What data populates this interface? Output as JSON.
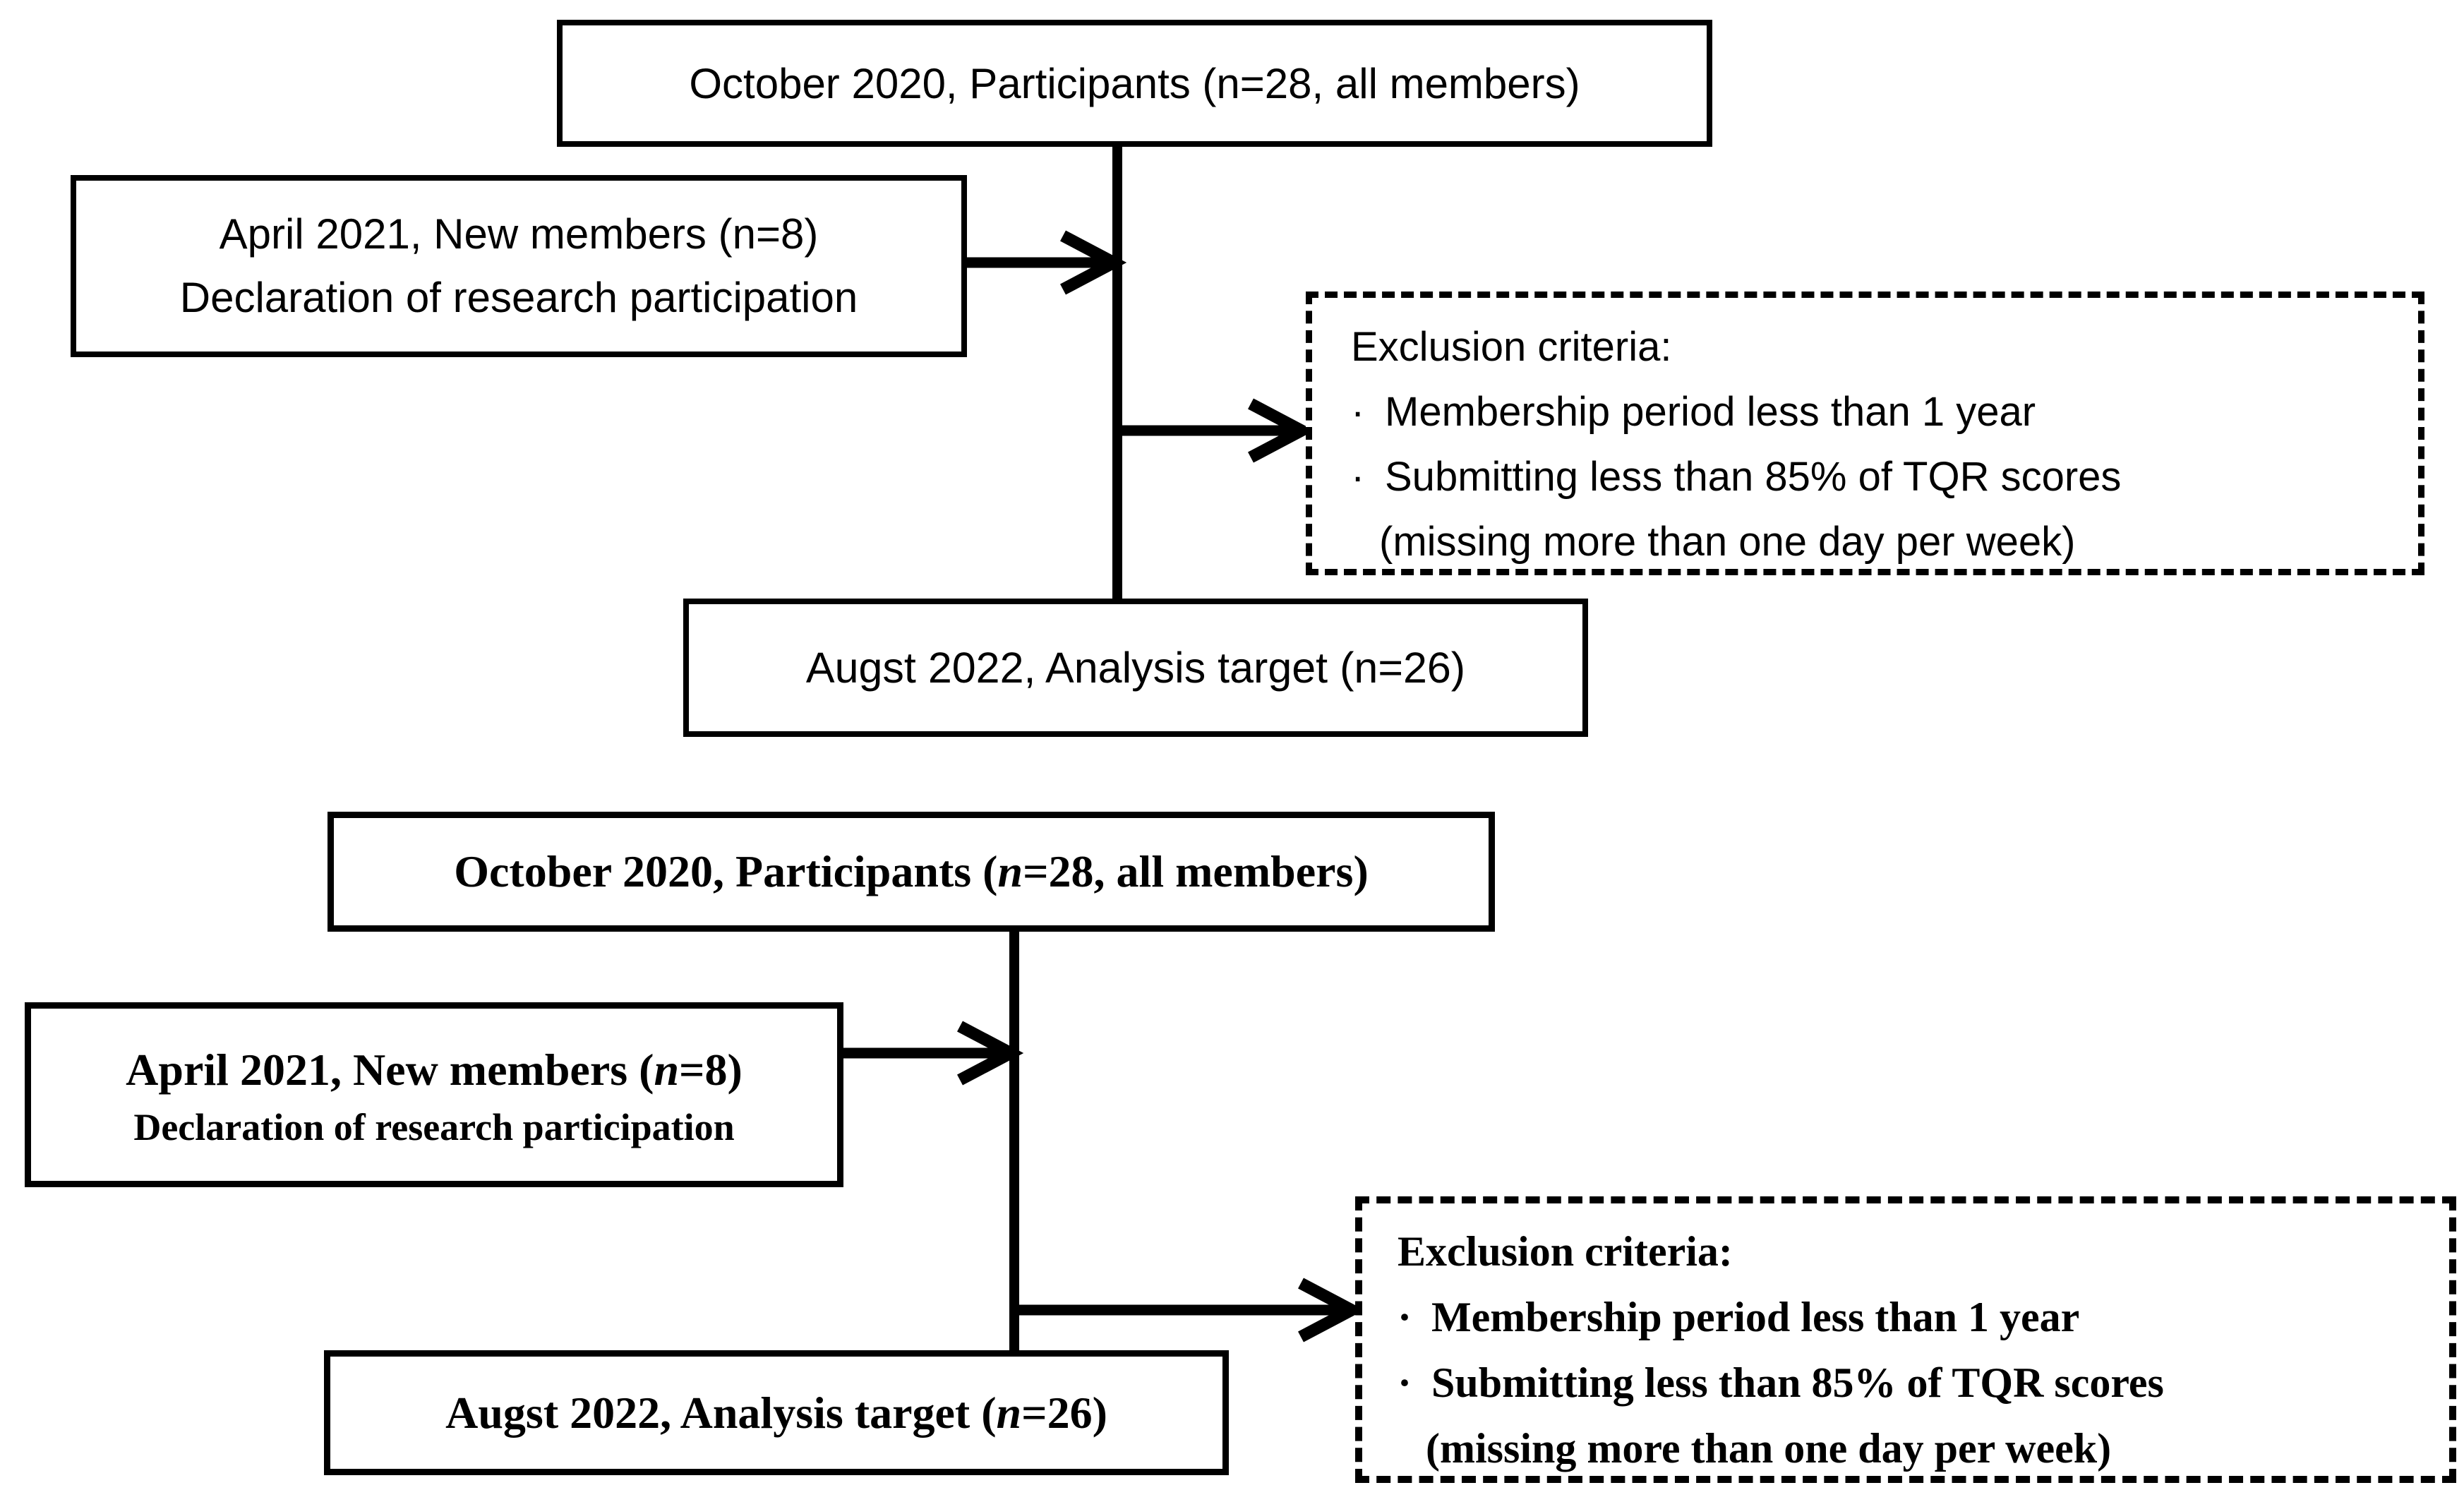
{
  "page": {
    "background": "#ffffff",
    "ink": "#000000"
  },
  "top_diagram": {
    "participants_box": "October 2020, Participants (n=28, all members)",
    "new_members_box": {
      "line1": "April 2021, New members (n=8)",
      "line2": "Declaration of research participation"
    },
    "exclusion_box": {
      "title": "Exclusion criteria:",
      "bullet_char": "·",
      "bullets": [
        "Membership period less than 1 year",
        "Submitting less than 85% of TQR scores"
      ],
      "note": "(missing more than one day per week)"
    },
    "analysis_box": "Augst 2022, Analysis target (n=26)"
  },
  "bottom_diagram": {
    "participants_box": {
      "pre": "October 2020, Participants (",
      "var": "n",
      "post": "=28, all members)"
    },
    "new_members_box": {
      "line1": {
        "pre": "April 2021, New members (",
        "var": "n",
        "post": "=8)"
      },
      "line2": "Declaration of research participation"
    },
    "exclusion_box": {
      "title": "Exclusion criteria:",
      "bullet_char": "·",
      "bullets": [
        "Membership period less than 1 year",
        "Submitting less than 85% of TQR scores"
      ],
      "note": "(missing more than one day per week)"
    },
    "analysis_box": {
      "pre": "Augst 2022, Analysis target (",
      "var": "n",
      "post": "=26)"
    }
  }
}
